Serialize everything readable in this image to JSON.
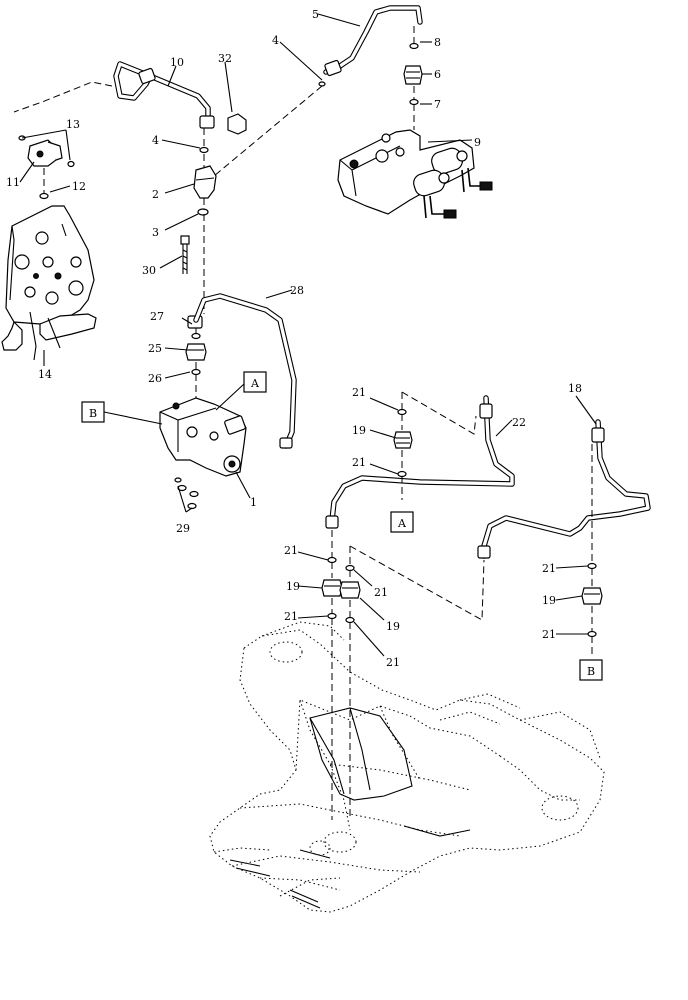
{
  "callouts": [
    {
      "id": "c1",
      "text": "1"
    },
    {
      "id": "c2",
      "text": "2"
    },
    {
      "id": "c3",
      "text": "3"
    },
    {
      "id": "c4a",
      "text": "4"
    },
    {
      "id": "c4b",
      "text": "4"
    },
    {
      "id": "c5",
      "text": "5"
    },
    {
      "id": "c6",
      "text": "6"
    },
    {
      "id": "c7",
      "text": "7"
    },
    {
      "id": "c8",
      "text": "8"
    },
    {
      "id": "c9",
      "text": "9"
    },
    {
      "id": "c10",
      "text": "10"
    },
    {
      "id": "c11",
      "text": "11"
    },
    {
      "id": "c12",
      "text": "12"
    },
    {
      "id": "c13",
      "text": "13"
    },
    {
      "id": "c14",
      "text": "14"
    },
    {
      "id": "c18",
      "text": "18"
    },
    {
      "id": "c19a",
      "text": "19"
    },
    {
      "id": "c19b",
      "text": "19"
    },
    {
      "id": "c19c",
      "text": "19"
    },
    {
      "id": "c19d",
      "text": "19"
    },
    {
      "id": "c21a",
      "text": "21"
    },
    {
      "id": "c21b",
      "text": "21"
    },
    {
      "id": "c21c",
      "text": "21"
    },
    {
      "id": "c21d",
      "text": "21"
    },
    {
      "id": "c21e",
      "text": "21"
    },
    {
      "id": "c21f",
      "text": "21"
    },
    {
      "id": "c21g",
      "text": "21"
    },
    {
      "id": "c21h",
      "text": "21"
    },
    {
      "id": "c22",
      "text": "22"
    },
    {
      "id": "c25",
      "text": "25"
    },
    {
      "id": "c26",
      "text": "26"
    },
    {
      "id": "c27",
      "text": "27"
    },
    {
      "id": "c28",
      "text": "28"
    },
    {
      "id": "c29",
      "text": "29"
    },
    {
      "id": "c30",
      "text": "30"
    },
    {
      "id": "c32",
      "text": "32"
    }
  ],
  "reference_boxes": [
    {
      "id": "refA1",
      "text": "A"
    },
    {
      "id": "refB1",
      "text": "B"
    },
    {
      "id": "refA2",
      "text": "A"
    },
    {
      "id": "refB2",
      "text": "B"
    }
  ]
}
